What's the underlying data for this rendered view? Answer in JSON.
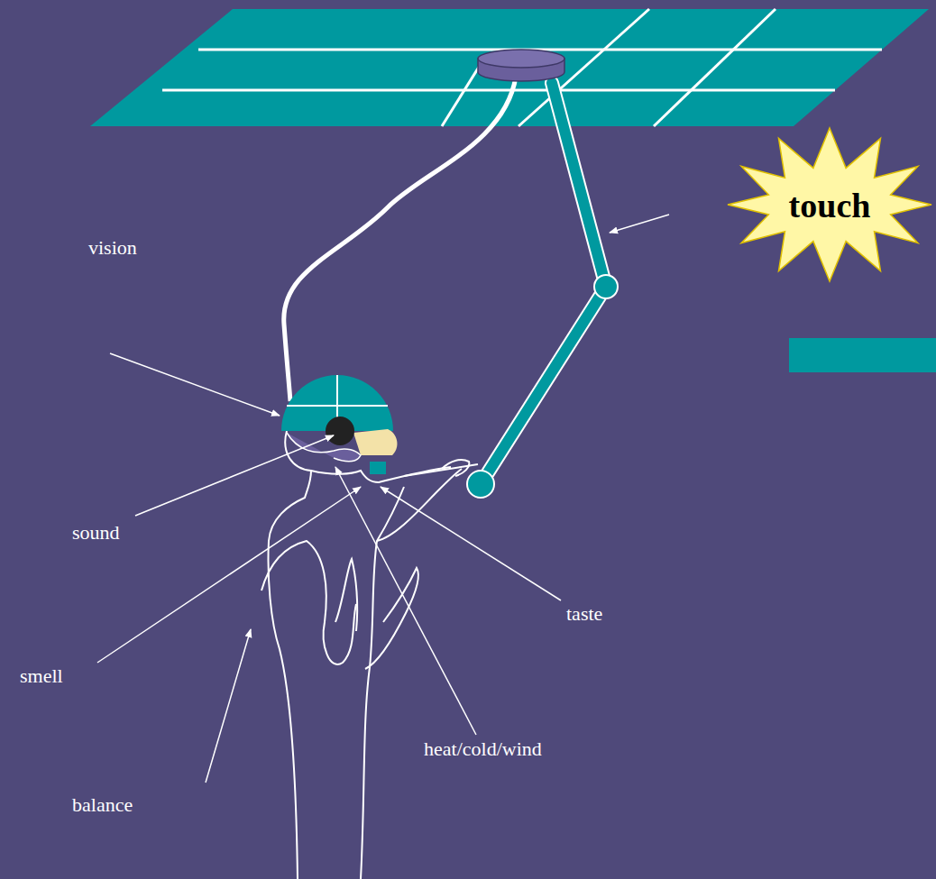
{
  "diagram": {
    "nodes": [
      {
        "text": [
          "touch"
        ]
      }
    ],
    "labels": [
      "vision",
      "sound",
      "taste",
      "smell",
      "heat/cold/wind",
      "balance"
    ]
  }
}
